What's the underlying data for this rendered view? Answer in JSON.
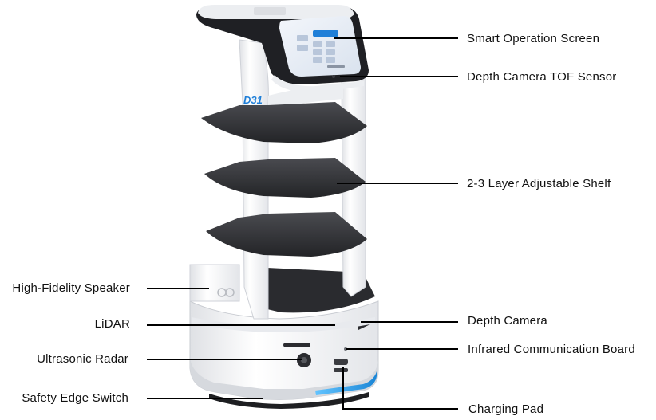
{
  "labels": {
    "smart_screen": "Smart Operation Screen",
    "depth_tof": "Depth Camera TOF Sensor",
    "shelf": "2-3 Layer Adjustable Shelf",
    "speaker": "High-Fidelity Speaker",
    "lidar": "LiDAR",
    "ultrasonic": "Ultrasonic Radar",
    "safety_edge": "Safety Edge Switch",
    "depth_camera": "Depth Camera",
    "infrared": "Infrared Communication Board",
    "charging": "Charging Pad"
  },
  "model_badge": "D31",
  "colors": {
    "robot_body": "#f4f5f7",
    "shelf": "#2c2d30",
    "screen": "#1e1f23",
    "accent_blue": "#1f7fd8",
    "base_stripe": "#2a9de6"
  }
}
